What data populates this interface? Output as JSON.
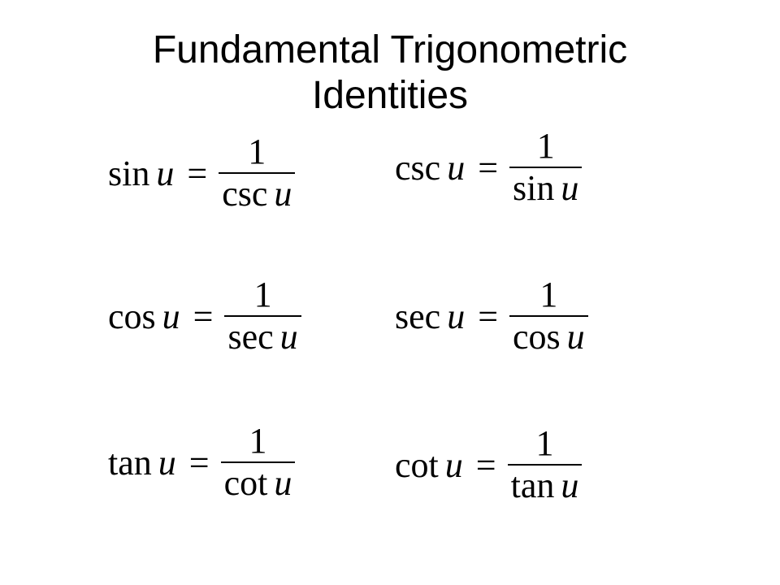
{
  "title": {
    "line1": "Fundamental Trigonometric",
    "line2": "Identities"
  },
  "equals_sign": "=",
  "identities": [
    {
      "lhs_fn": "sin",
      "lhs_var": "u",
      "numerator": "1",
      "den_fn": "csc",
      "den_var": "u"
    },
    {
      "lhs_fn": "csc",
      "lhs_var": "u",
      "numerator": "1",
      "den_fn": "sin",
      "den_var": "u"
    },
    {
      "lhs_fn": "cos",
      "lhs_var": "u",
      "numerator": "1",
      "den_fn": "sec",
      "den_var": "u"
    },
    {
      "lhs_fn": "sec",
      "lhs_var": "u",
      "numerator": "1",
      "den_fn": "cos",
      "den_var": "u"
    },
    {
      "lhs_fn": "tan",
      "lhs_var": "u",
      "numerator": "1",
      "den_fn": "cot",
      "den_var": "u"
    },
    {
      "lhs_fn": "cot",
      "lhs_var": "u",
      "numerator": "1",
      "den_fn": "tan",
      "den_var": "u"
    }
  ]
}
